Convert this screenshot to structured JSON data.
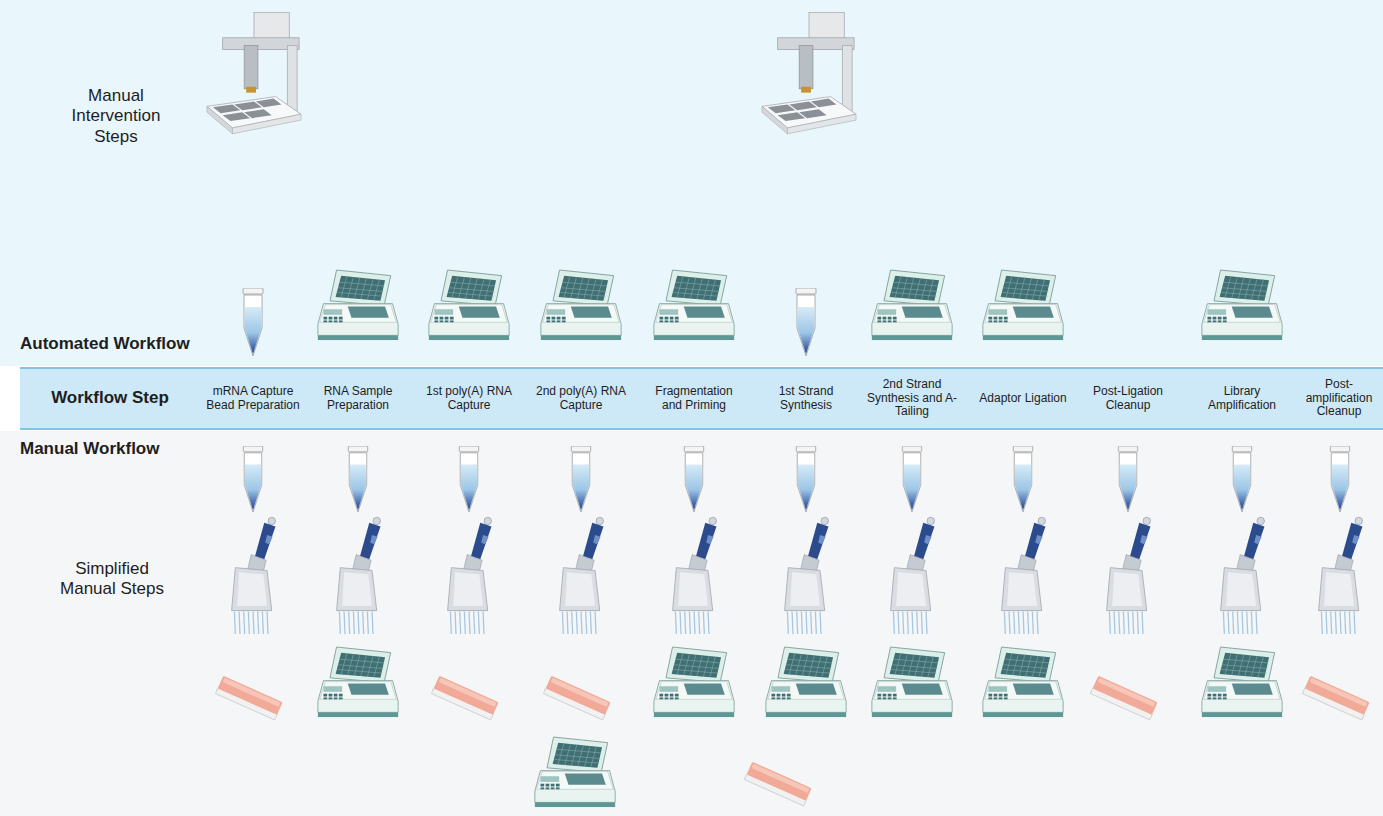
{
  "diagram": {
    "nodes": [
      {
        "text": [
          "Manual Intervention Steps",
          "Automated Workflow"
        ]
      },
      {
        "text": [
          "Workflow Step",
          "mRNA Capture Bead Preparation",
          "RNA Sample Preparation",
          "1st poly(A) RNA Capture",
          "2nd poly(A) RNA Capture",
          "Fragmentation and Priming",
          "1st Strand Synthesis",
          "2nd Strand Synthesis and A-Tailing",
          "Adaptor Ligation",
          "Post-Ligation Cleanup",
          "Library Amplification",
          "Post-amplification Cleanup"
        ]
      },
      {
        "text": [
          "Manual Workflow",
          "Simplified Manual Steps"
        ]
      }
    ]
  }
}
